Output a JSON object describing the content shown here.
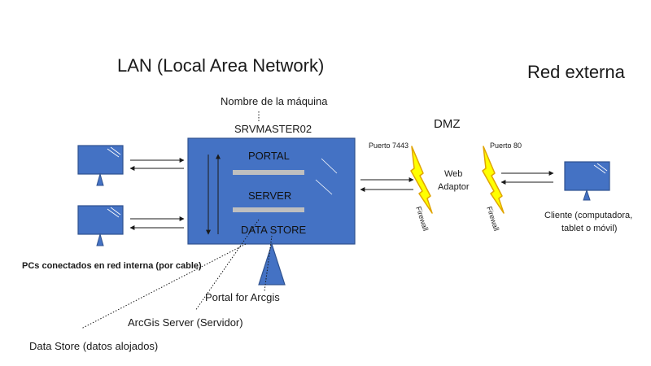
{
  "titles": {
    "lan": "LAN (Local Area Network)",
    "external": "Red externa",
    "dmz": "DMZ"
  },
  "server": {
    "machine_name_label": "Nombre de la máquina",
    "hostname": "SRVMASTER02",
    "components": [
      "PORTAL",
      "SERVER",
      "DATA STORE"
    ]
  },
  "labels": {
    "internal_pcs": "PCs conectados en red interna (por cable)",
    "portal": "Portal for Arcgis",
    "arcgis_server": "ArcGis Server (Servidor)",
    "data_store": "Data Store (datos alojados)",
    "web_adaptor_line1": "Web",
    "web_adaptor_line2": "Adaptor",
    "client_line1": "Cliente (computadora,",
    "client_line2": "tablet o móvil)"
  },
  "ports": {
    "inner": "Puerto 7443",
    "outer": "Puerto 80"
  },
  "firewall_label": "Firewall",
  "colors": {
    "device_fill": "#4472c4",
    "device_stroke": "#2f528f",
    "firewall_fill": "#ffff00",
    "firewall_stroke": "#e0a400",
    "arrow": "#1a1a1a"
  },
  "icons": [
    "monitor-icon",
    "server-box-icon",
    "lightning-firewall-icon"
  ]
}
